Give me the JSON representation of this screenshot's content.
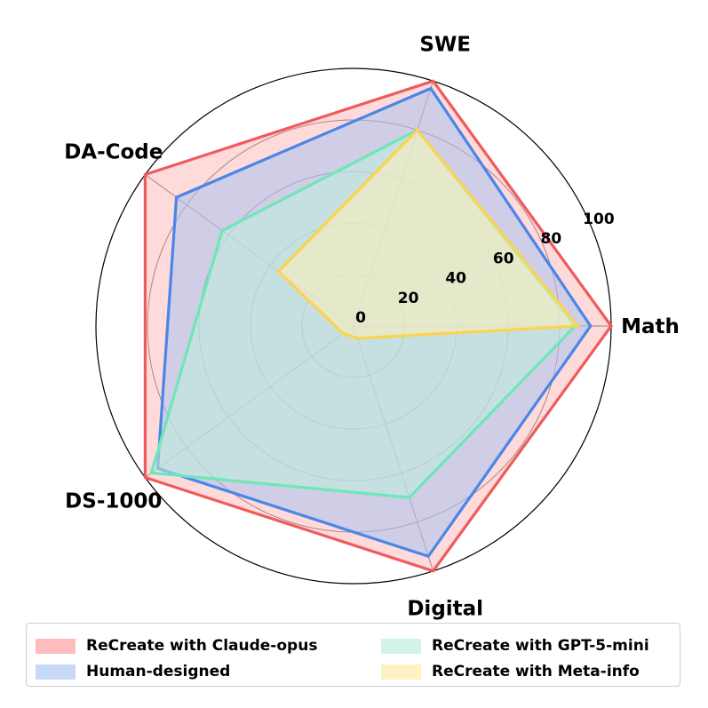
{
  "chart_data": {
    "type": "radar",
    "axes": [
      "Math",
      "SWE",
      "DA-Code",
      "DS-1000",
      "Digital"
    ],
    "rlim": [
      0,
      100
    ],
    "rticks": [
      0,
      20,
      40,
      60,
      80,
      100
    ],
    "rtick_labels": [
      "0",
      "20",
      "40",
      "60",
      "80",
      "100"
    ],
    "grid": true,
    "legend_placement": "bottom",
    "series": [
      {
        "name": "ReCreate with Claude-opus",
        "values": [
          100,
          100,
          100,
          100,
          100
        ],
        "color": "#f05a5a",
        "fill": "#ffbcbc"
      },
      {
        "name": "Human-designed",
        "values": [
          92,
          97,
          85,
          94,
          94
        ],
        "color": "#4a86e8",
        "fill": "#a8c4f0"
      },
      {
        "name": "ReCreate with GPT-5-mini",
        "values": [
          86,
          80,
          63,
          97,
          70
        ],
        "color": "#6ee7b7",
        "fill": "#bfeedd"
      },
      {
        "name": "ReCreate with Meta-info",
        "values": [
          87,
          80,
          36,
          5,
          5
        ],
        "color": "#fcd34d",
        "fill": "#fff0b8"
      }
    ]
  }
}
